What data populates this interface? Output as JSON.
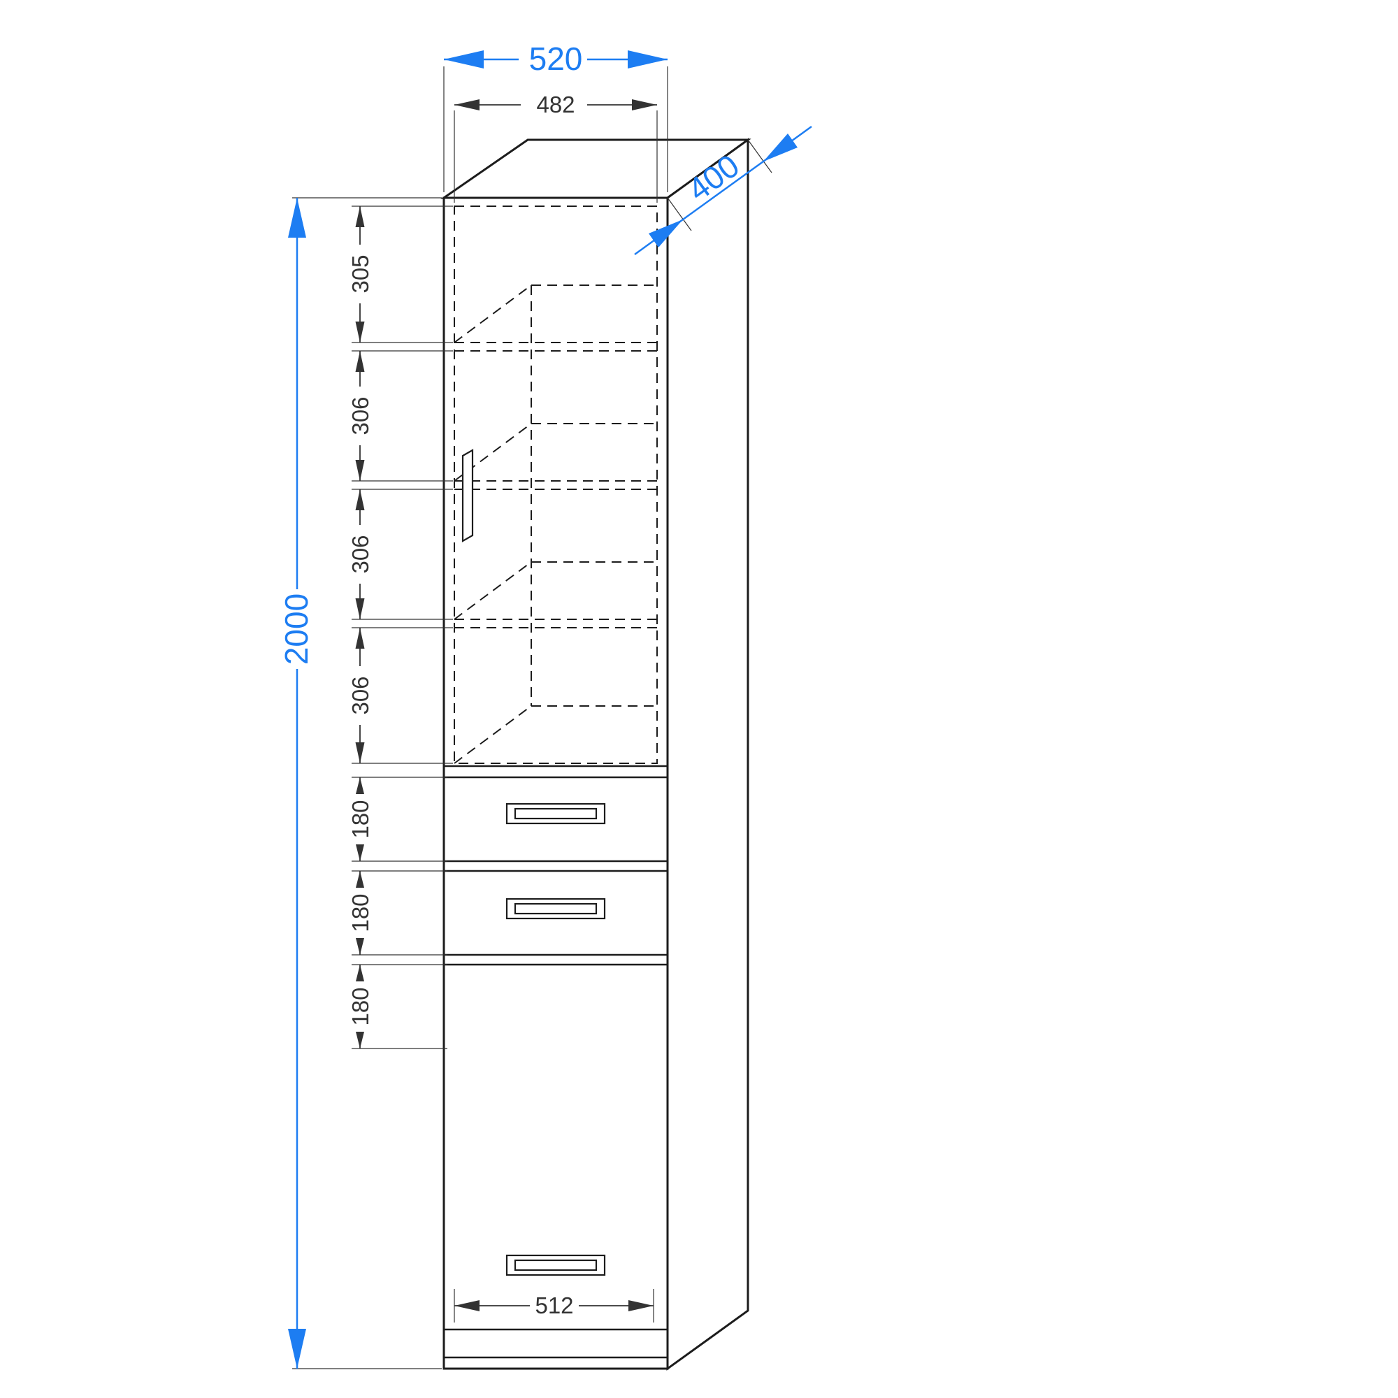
{
  "drawing": {
    "title": "tall-cabinet-dimension-drawing",
    "colors": {
      "accent": "#1d7df2",
      "line": "#1c1c1c",
      "dim": "#333333",
      "background": "#ffffff"
    },
    "dims": {
      "overall_width": "520",
      "opening_width": "482",
      "depth": "400",
      "overall_height": "2000",
      "section_heights": [
        "305",
        "306",
        "306",
        "306"
      ],
      "drawer_heights": [
        "180",
        "180",
        "180"
      ],
      "drawer_width": "512"
    }
  }
}
